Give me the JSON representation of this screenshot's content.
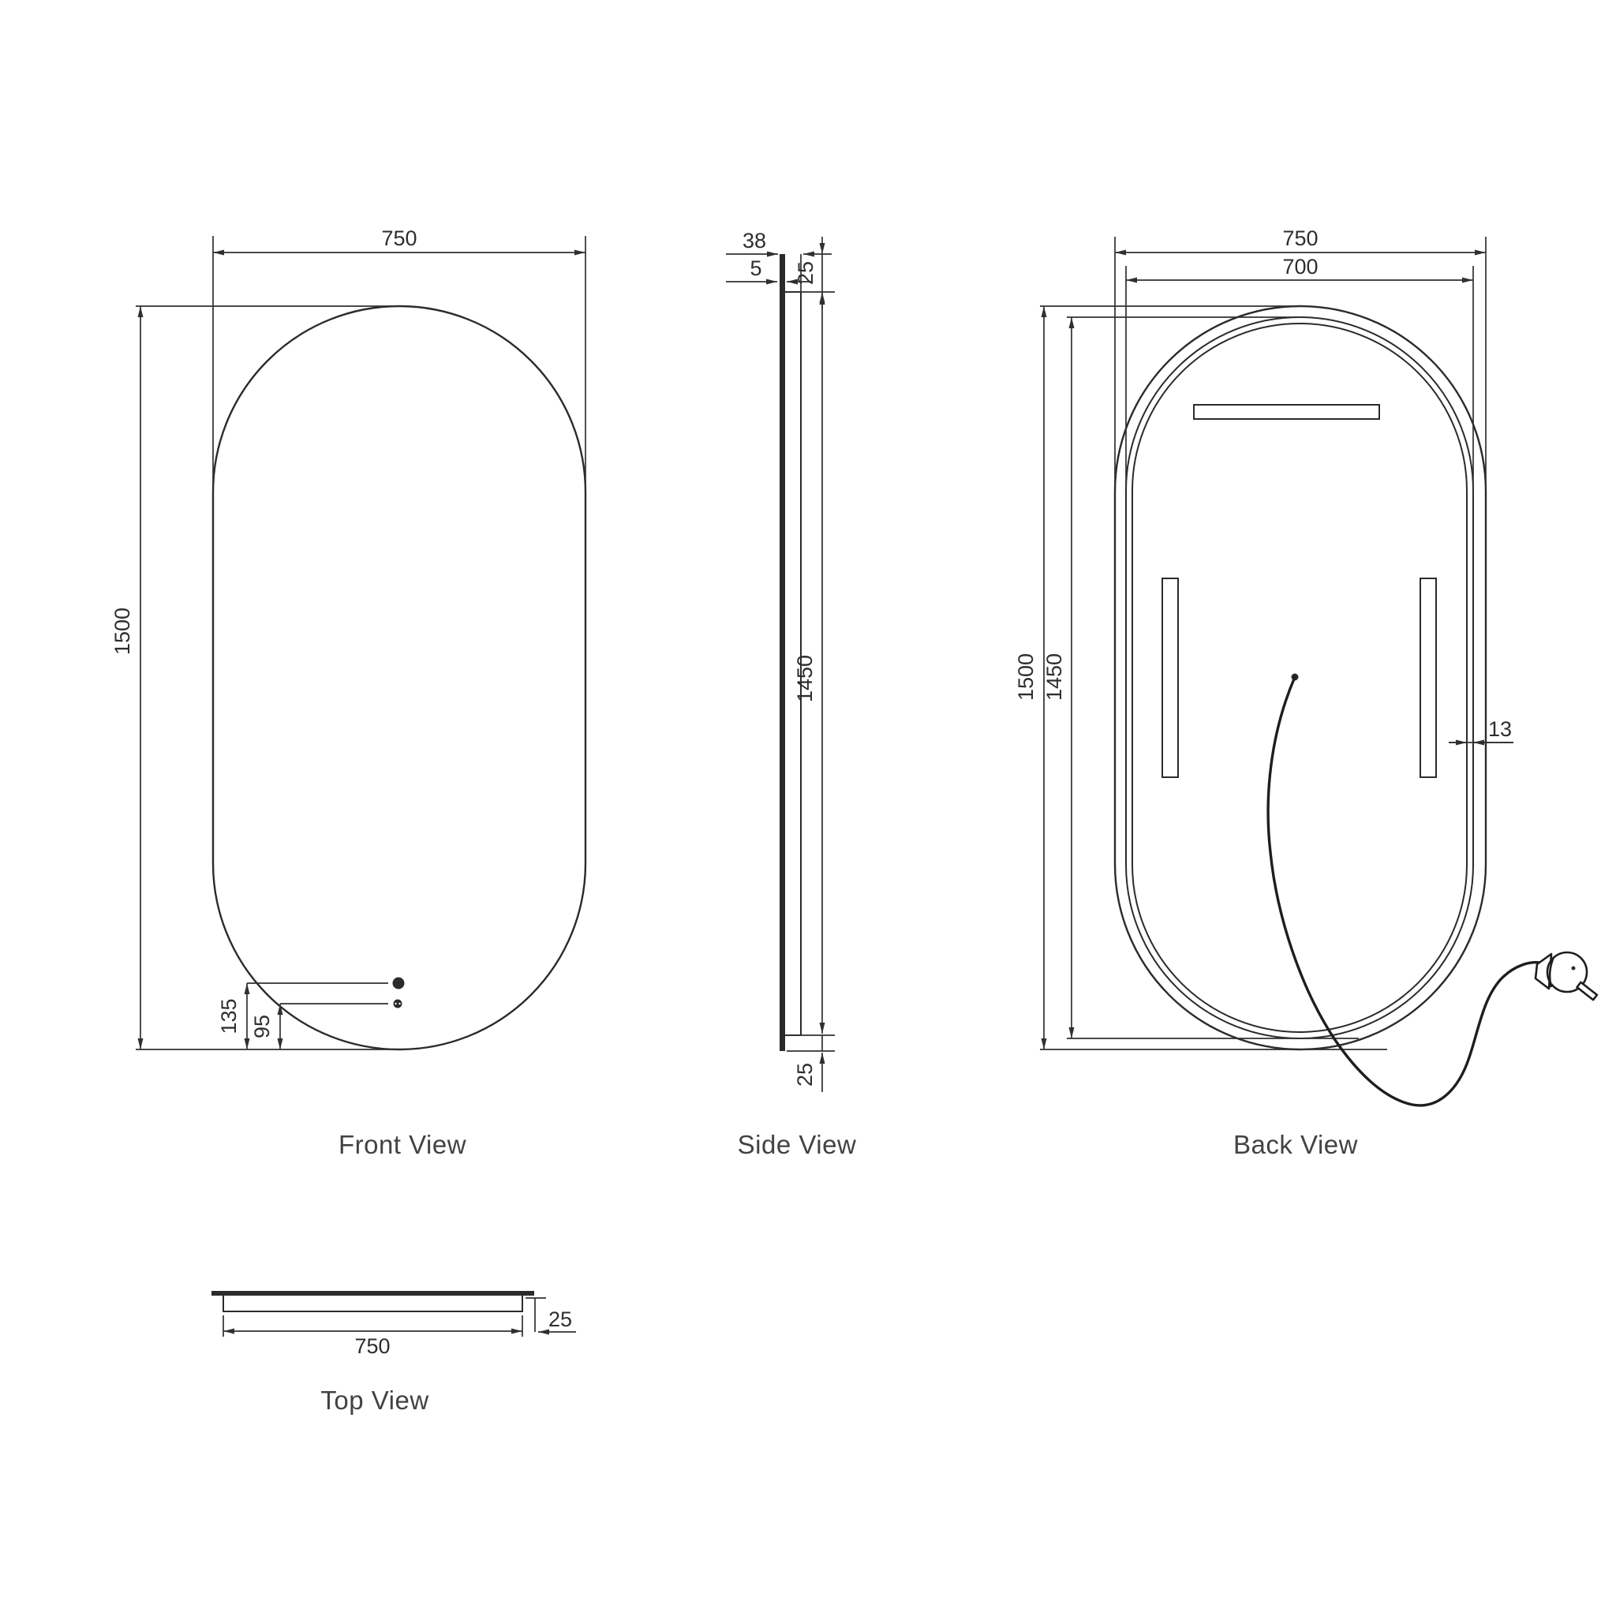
{
  "views": {
    "front": {
      "label": "Front View",
      "width": "750",
      "height": "1500",
      "sensor_row_upper": "135",
      "sensor_row_lower": "95"
    },
    "side": {
      "label": "Side View",
      "overall_depth": "38",
      "glass_thickness": "5",
      "top_inset": "25",
      "panel_height": "1450",
      "bottom_inset": "25"
    },
    "back": {
      "label": "Back View",
      "width": "750",
      "frame_width": "700",
      "height": "1500",
      "frame_height": "1450",
      "frame_thickness": "13"
    },
    "top": {
      "label": "Top View",
      "width": "750",
      "depth": "25"
    }
  },
  "colors": {
    "line": "#2b2b2b",
    "text": "#2e2e2e",
    "label": "#424242",
    "background": "#ffffff"
  }
}
